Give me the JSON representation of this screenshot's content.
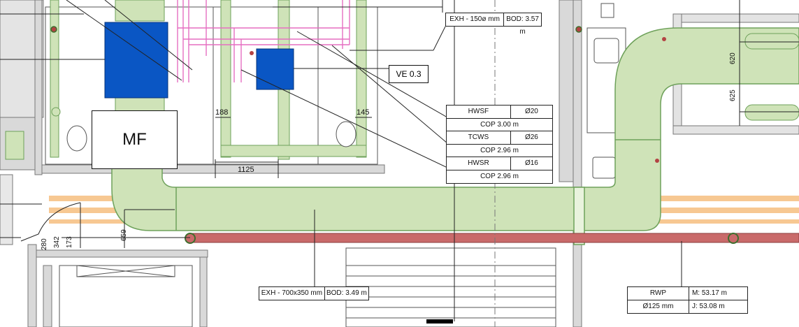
{
  "tags": {
    "exh_top": {
      "size": "EXH - 150ø mm",
      "bod": "BOD: 3.57 m"
    },
    "ve": "VE 0.3",
    "hwsf": {
      "name": "HWSF",
      "dia": "Ø20",
      "cop": "COP 3.00 m"
    },
    "tcws": {
      "name": "TCWS",
      "dia": "Ø26",
      "cop": "COP 2.96 m"
    },
    "hwsr": {
      "name": "HWSR",
      "dia": "Ø16",
      "cop": "COP 2.96 m"
    },
    "exh_main": {
      "size": "EXH - 700x350 mm",
      "bod": "BOD: 3.49 m"
    },
    "rwp": {
      "name": "RWP",
      "dia": "Ø125 mm",
      "m": "M: 53.17 m",
      "j": "J: 53.08 m"
    }
  },
  "room_label": "MF",
  "dimensions": {
    "d188": "188",
    "d145": "145",
    "d1125": "1125",
    "d659": "659",
    "d280": "280",
    "d342": "342",
    "d173": "173",
    "d620": "620",
    "d625": "625"
  },
  "colors": {
    "duct_green": "#cfe3b8",
    "duct_edge": "#6ea15a",
    "blue_unit": "#0a56c4",
    "pink_pipe": "#e56fc1",
    "drain_red": "#c96a6a",
    "orange_band": "#f7c892",
    "wall_grey": "#d9d9d9"
  }
}
